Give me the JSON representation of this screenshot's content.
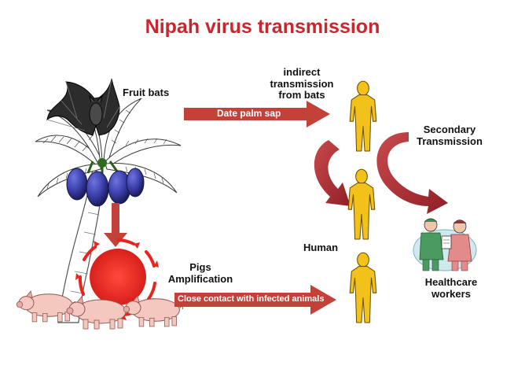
{
  "title": "Nipah virus transmission",
  "labels": {
    "fruit_bats": "Fruit bats",
    "indirect": [
      "indirect",
      "transmission",
      "from bats"
    ],
    "date_palm_sap": "Date palm sap",
    "secondary": [
      "Secondary",
      "Transmission"
    ],
    "human": "Human",
    "pigs": [
      "Pigs",
      "Amplification"
    ],
    "close_contact": "Close contact with infected animals",
    "healthcare": [
      "Healthcare",
      "workers"
    ]
  },
  "icons": [
    "bat-icon",
    "palm-tree-icon",
    "date-fruit-icon",
    "human-figure-icon",
    "pig-icon",
    "virus-sun-icon",
    "healthcare-workers-icon"
  ],
  "colors": {
    "title": "#c8272e",
    "arrow": "#c2423a",
    "curved_arrow": "#9e2a2f",
    "human": "#f2c21a",
    "fruit": "#3a3ea8",
    "virus": "#e8241f"
  }
}
